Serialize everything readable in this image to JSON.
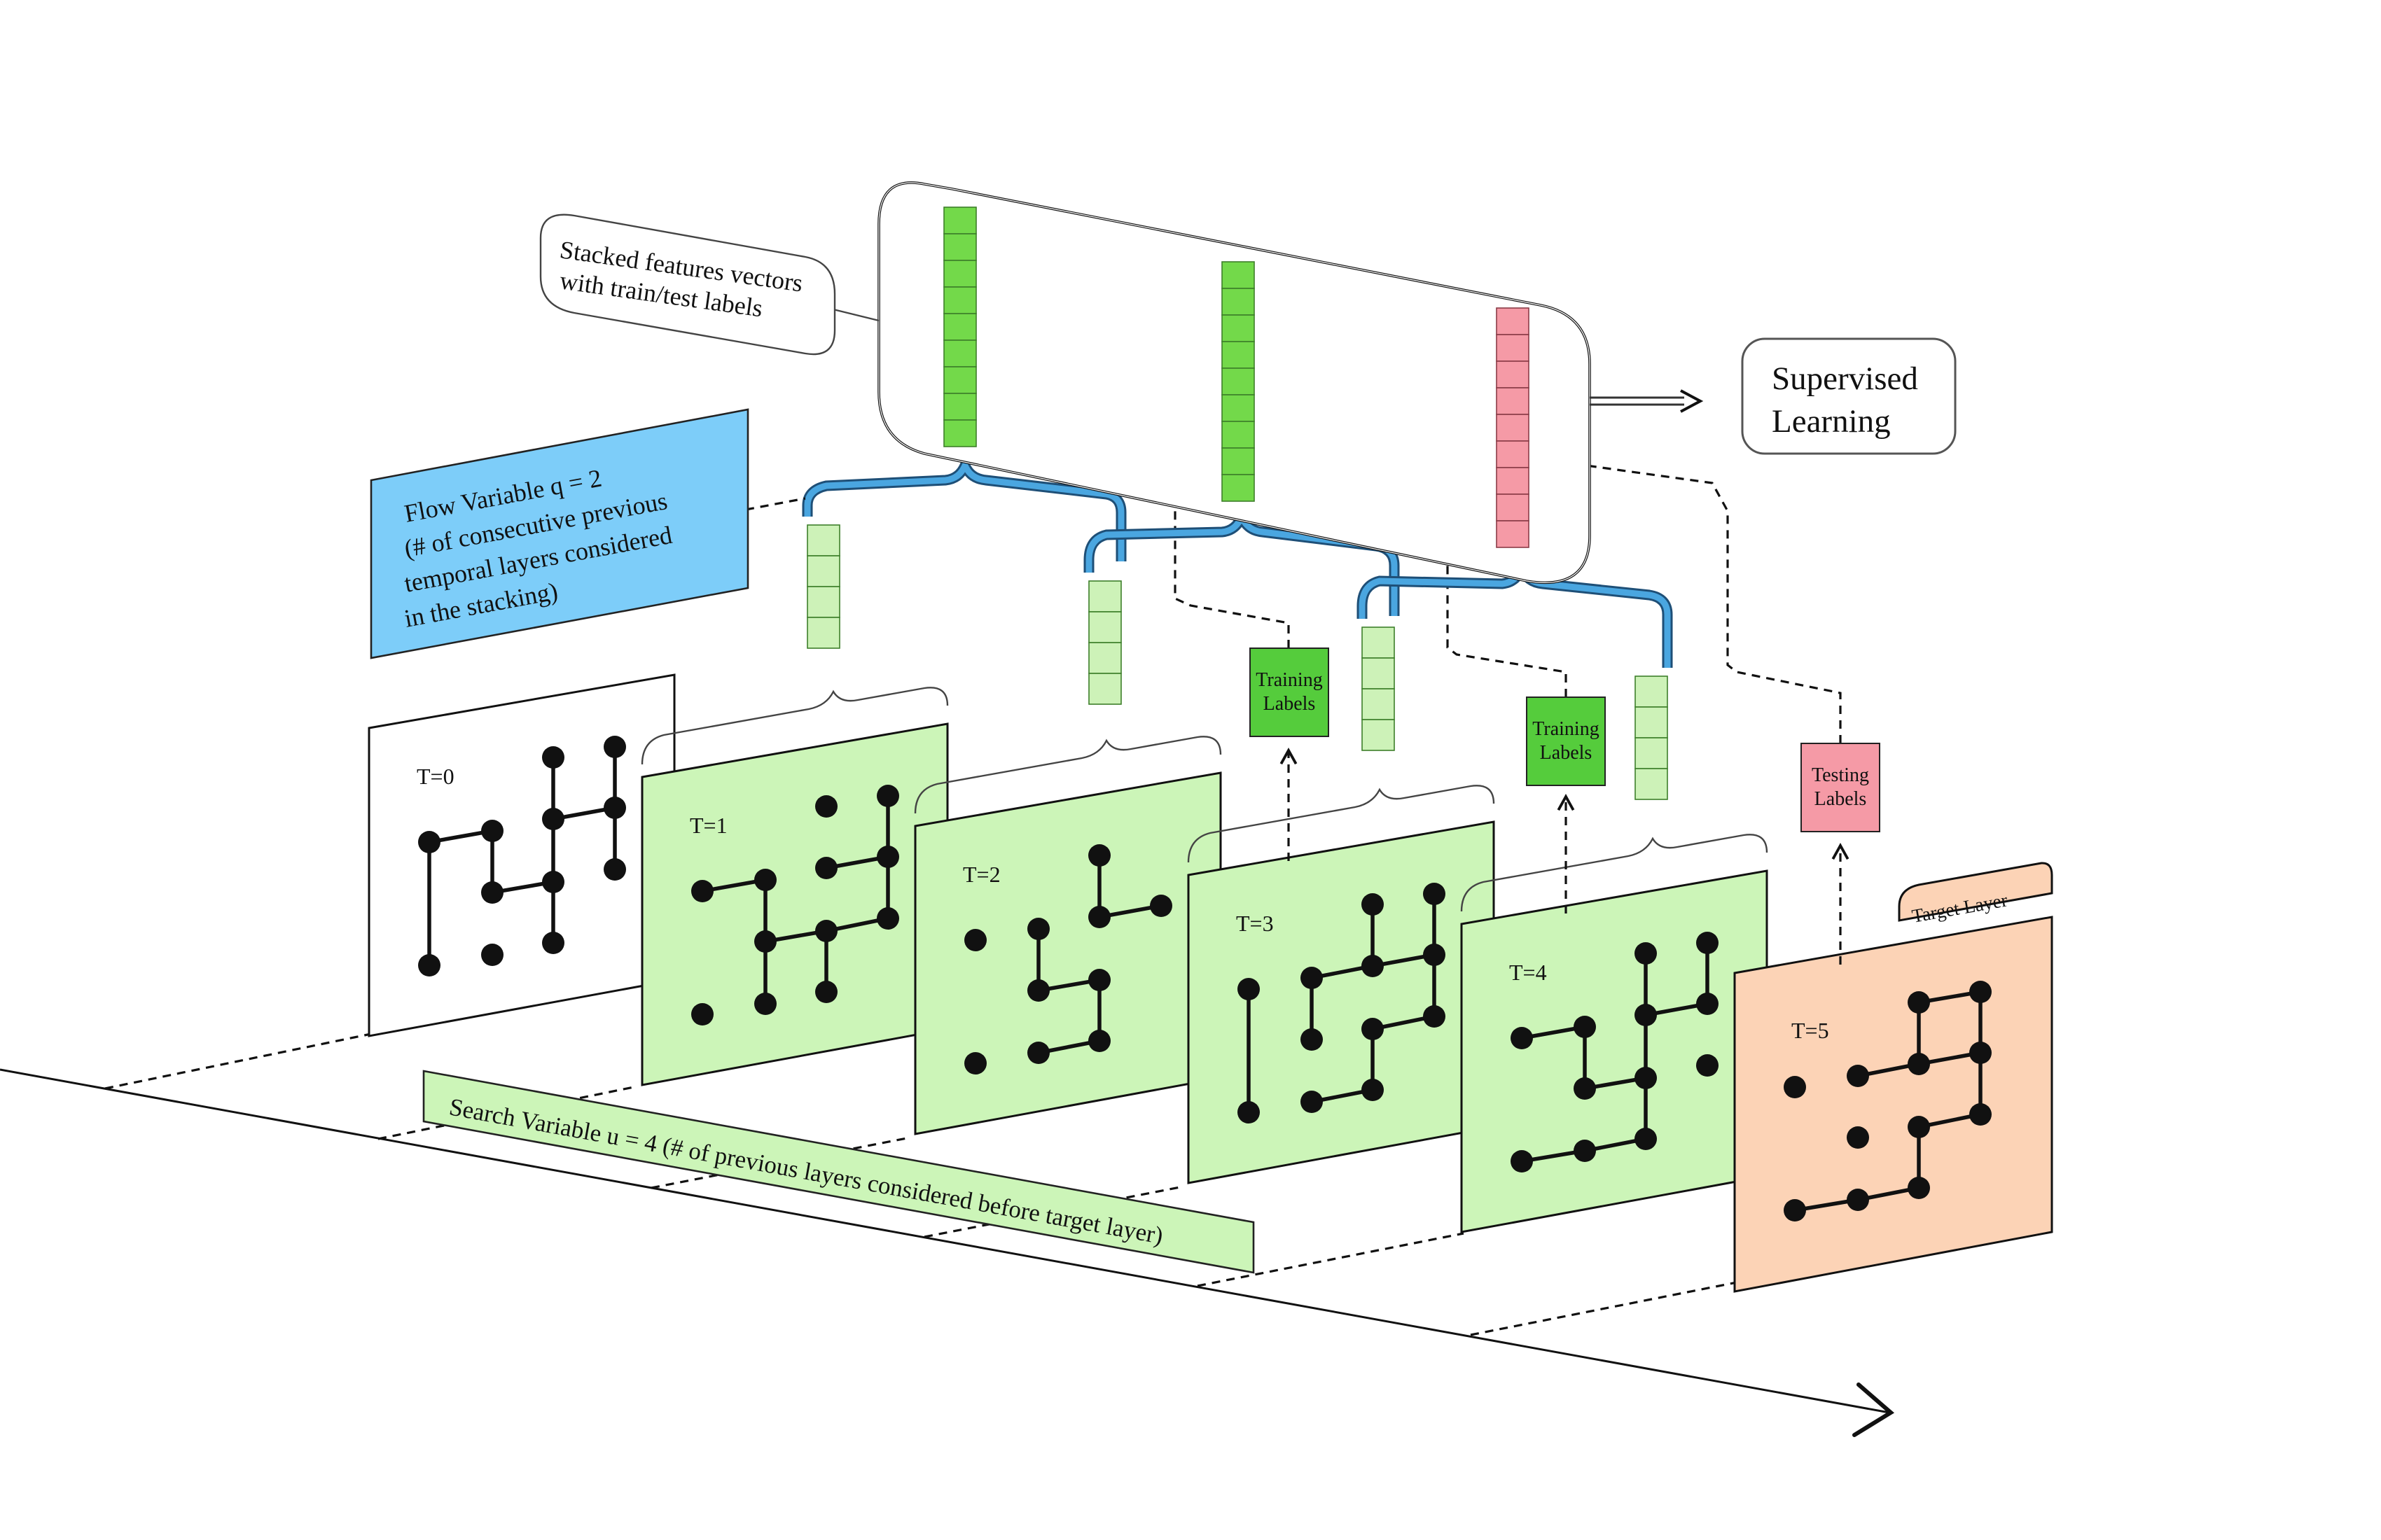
{
  "labels": {
    "stacked_line1": "Stacked features vectors",
    "stacked_line2": "with train/test labels",
    "supervised_line1": "Supervised",
    "supervised_line2": "Learning",
    "flow_line1": "Flow Variable q = 2",
    "flow_line2": "(# of consecutive previous",
    "flow_line3": "temporal layers considered",
    "flow_line4": "in the stacking)",
    "search_variable": "Search Variable u = 4 (# of previous layers considered before target layer)",
    "target_layer": "Target Layer",
    "training_labels_line1": "Training",
    "training_labels_line2": "Labels",
    "testing_labels_line1": "Testing",
    "testing_labels_line2": "Labels"
  },
  "layers": [
    {
      "label": "T=0",
      "fill": "#ffffff"
    },
    {
      "label": "T=1",
      "fill": "#ccf5b8"
    },
    {
      "label": "T=2",
      "fill": "#ccf5b8"
    },
    {
      "label": "T=3",
      "fill": "#ccf5b8"
    },
    {
      "label": "T=4",
      "fill": "#ccf5b8"
    },
    {
      "label": "T=5",
      "fill": "#fcd3b6"
    }
  ],
  "colors": {
    "layer_green": "#ccf5b8",
    "target_peach": "#fcd3b6",
    "flow_blue": "#7dcdf9",
    "brace_blue": "#4aa6e0",
    "vector_green": "#73d94a",
    "vector_light_green": "#cdf2b8",
    "vector_pink": "#f59aa6",
    "label_green": "#55cc3c",
    "label_pink": "#f59aa6"
  }
}
